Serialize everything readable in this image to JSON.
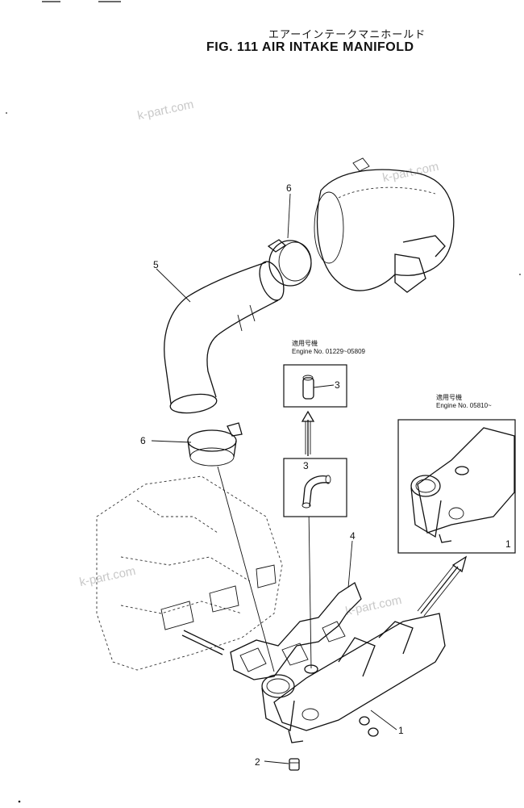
{
  "header": {
    "title_jp": "エアーインテークマニホールド",
    "title_en": "FIG. 111  AIR INTAKE MANIFOLD"
  },
  "watermarks": [
    "k-part.com",
    "k-part.com",
    "k-part.com",
    "k-part.com"
  ],
  "callouts": {
    "c1_main": "1",
    "c1_inset": "1",
    "c2": "2",
    "c3_upper": "3",
    "c3_lower": "3",
    "c4": "4",
    "c5": "5",
    "c6_upper": "6",
    "c6_lower": "6"
  },
  "notes": {
    "range_a_jp": "適用号機",
    "range_a": "Engine  No. 01229~05809",
    "range_b_jp": "適用号機",
    "range_b": "Engine  No. 05810~"
  }
}
